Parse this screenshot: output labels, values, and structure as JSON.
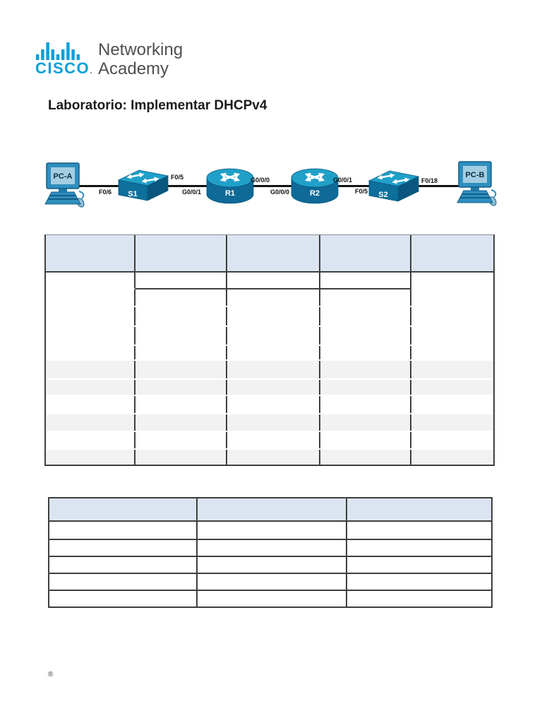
{
  "logo": {
    "brand": "CISCO",
    "dot": ".",
    "tagline_line1": "Networking",
    "tagline_line2": "Academy"
  },
  "title": "Laboratorio: Implementar DHCPv4",
  "topology": {
    "devices": [
      {
        "label": "PC-A",
        "type": "pc"
      },
      {
        "label": "S1",
        "type": "switch"
      },
      {
        "label": "R1",
        "type": "router"
      },
      {
        "label": "R2",
        "type": "router"
      },
      {
        "label": "S2",
        "type": "switch"
      },
      {
        "label": "PC-B",
        "type": "pc"
      }
    ],
    "interface_labels": [
      {
        "text": "F0/6"
      },
      {
        "text": "F0/5"
      },
      {
        "text": "G0/0/1"
      },
      {
        "text": "G0/0/0"
      },
      {
        "text": "G0/0/0"
      },
      {
        "text": "G0/0/1"
      },
      {
        "text": "F0/5"
      },
      {
        "text": "F0/18"
      }
    ]
  },
  "tables": {
    "addressing_table": {
      "header_cells": [
        "",
        "",
        "",
        "",
        ""
      ],
      "data_rows": 11,
      "cells_empty": true
    },
    "second_table": {
      "header_cells": [
        "",
        "",
        ""
      ],
      "data_rows": 5,
      "cells_empty": true
    }
  },
  "footer": {
    "registered_mark": "®"
  },
  "colors": {
    "cisco_blue": "#049fd9",
    "tagline_gray": "#4e4f51",
    "table_header_blue": "#dbe5f1",
    "alt_row_gray": "#f2f2f2",
    "table_border": "#3f3f3f",
    "device_teal_light": "#1fa0c9",
    "device_teal_dark": "#0d6f9c",
    "link_black": "#141414"
  }
}
